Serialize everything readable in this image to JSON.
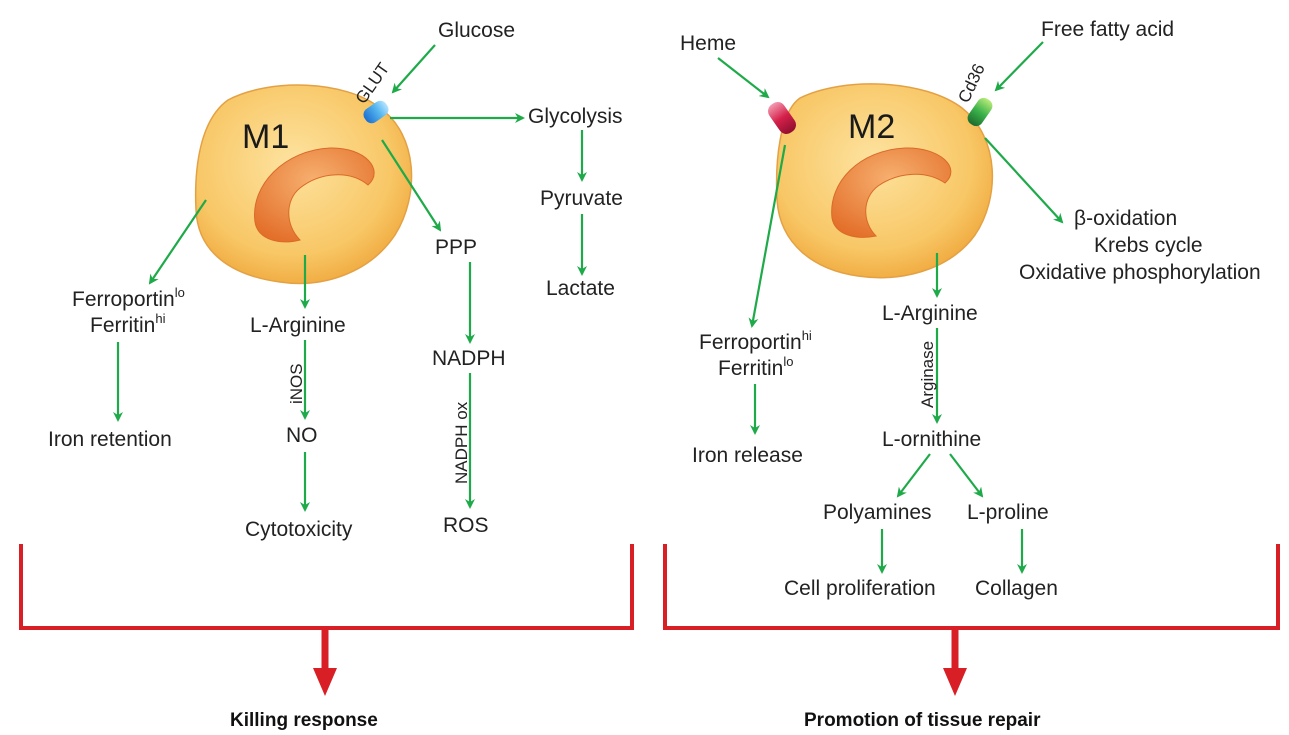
{
  "colors": {
    "arrow": "#1faa4a",
    "bracket": "#d91f26",
    "cell_fill": "#f8c766",
    "nucleus_fill": "#f08a3e",
    "glut_receptor": "#3aa0e8",
    "heme_receptor": "#d4204a",
    "cd36_receptor": "#3bb24a"
  },
  "m1": {
    "cell_label": "M1",
    "receptor_label": "GLUT",
    "glucose": "Glucose",
    "glycolysis": "Glycolysis",
    "pyruvate": "Pyruvate",
    "lactate": "Lactate",
    "ppp": "PPP",
    "nadph": "NADPH",
    "nadph_ox": "NADPH ox",
    "ros": "ROS",
    "l_arginine": "L-Arginine",
    "inos": "iNOS",
    "no": "NO",
    "cytotoxicity": "Cytotoxicity",
    "ferroportin": "Ferroportin",
    "ferroportin_sup": "lo",
    "ferritin": "Ferritin",
    "ferritin_sup": "hi",
    "iron_retention": "Iron retention",
    "outcome": "Killing response"
  },
  "m2": {
    "cell_label": "M2",
    "receptor_label": "Cd36",
    "heme": "Heme",
    "free_fatty_acid": "Free fatty acid",
    "beta_oxidation": "β-oxidation",
    "krebs_cycle": "Krebs cycle",
    "oxphos": "Oxidative phosphorylation",
    "ferroportin": "Ferroportin",
    "ferroportin_sup": "hi",
    "ferritin": "Ferritin",
    "ferritin_sup": "lo",
    "iron_release": "Iron release",
    "l_arginine": "L-Arginine",
    "arginase": "Arginase",
    "l_ornithine": "L-ornithine",
    "polyamines": "Polyamines",
    "l_proline": "L-proline",
    "cell_proliferation": "Cell proliferation",
    "collagen": "Collagen",
    "outcome": "Promotion of tissue repair"
  }
}
